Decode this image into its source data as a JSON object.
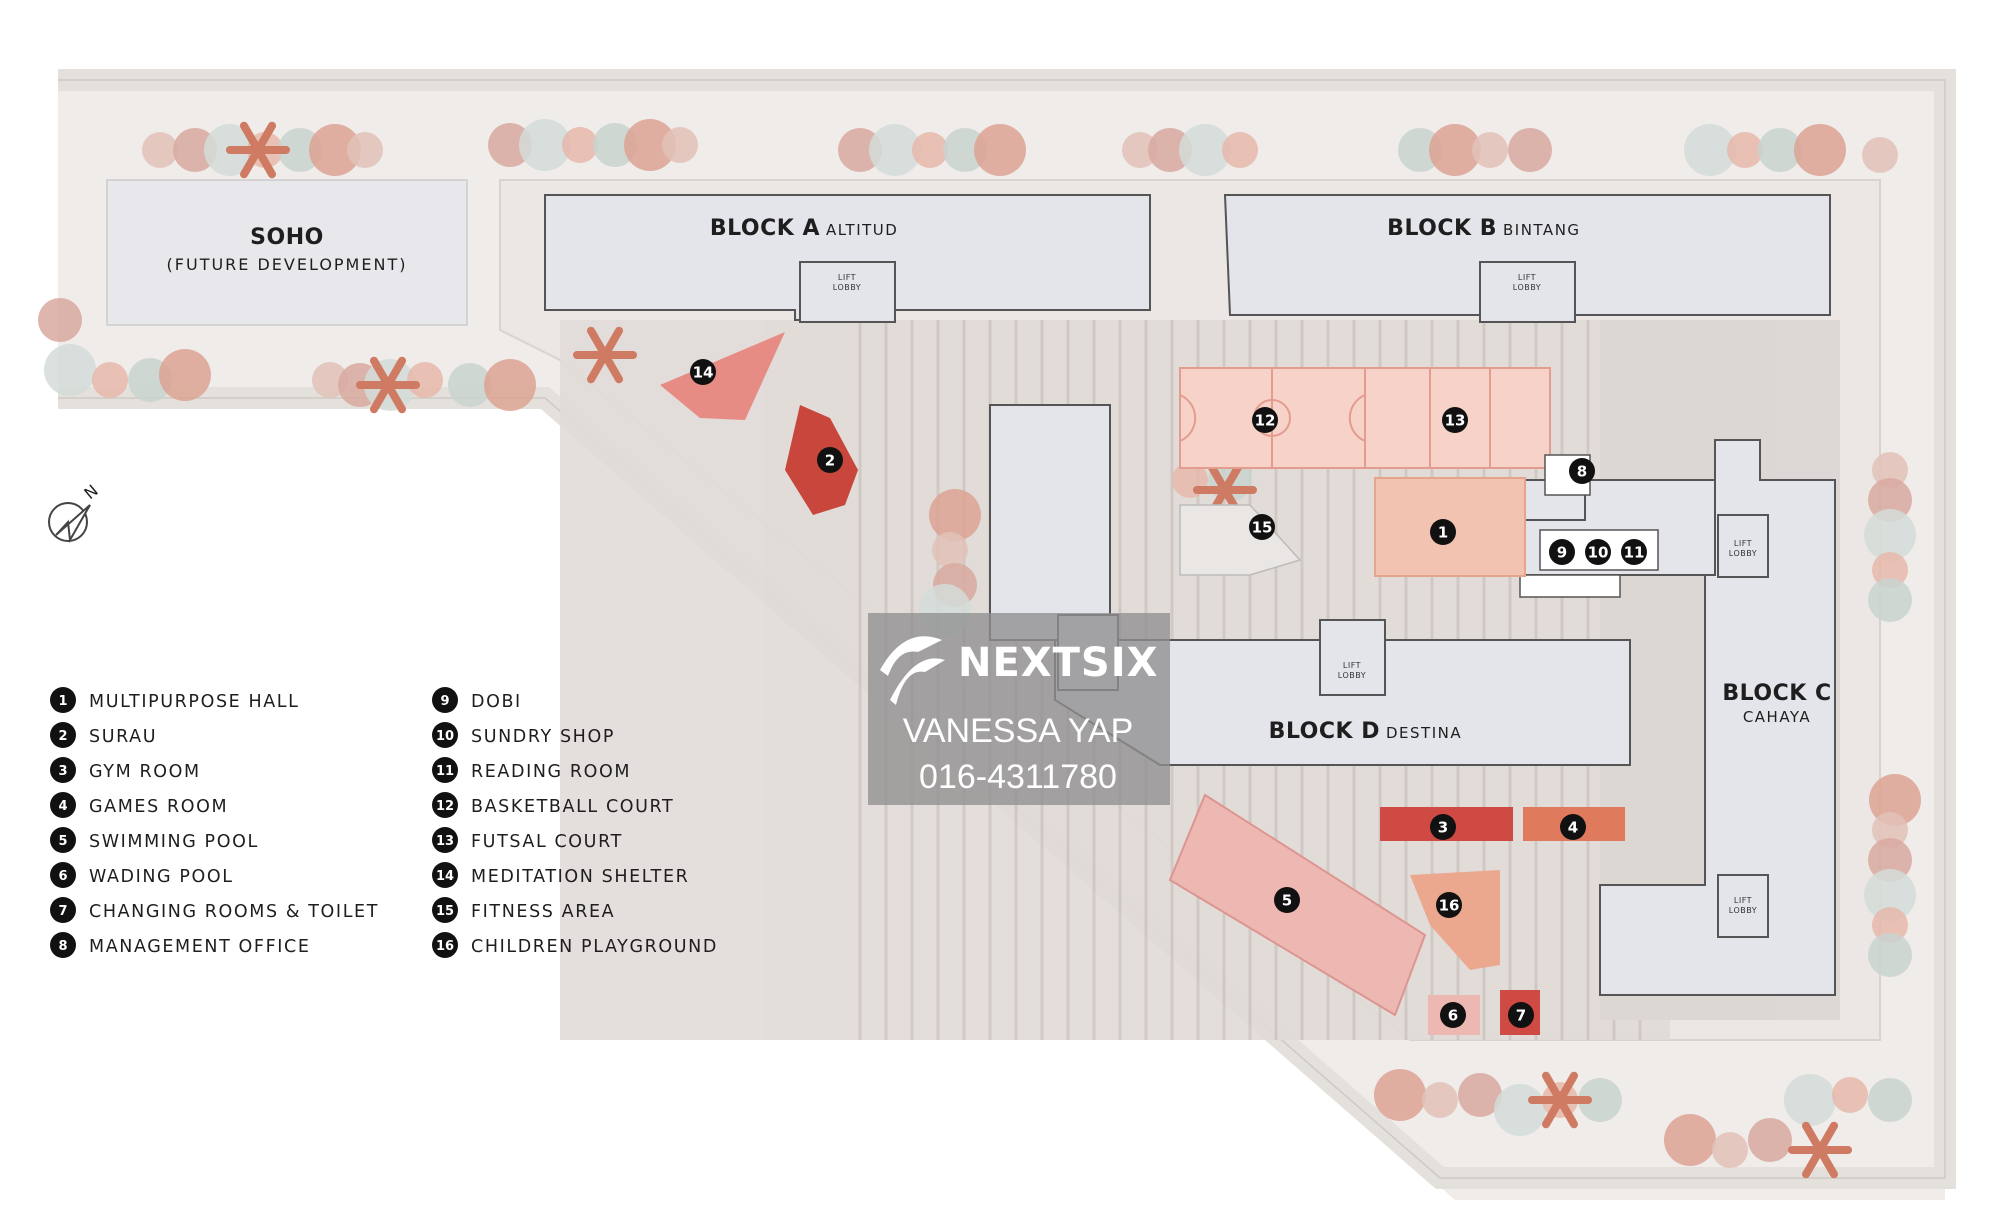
{
  "map": {
    "soho": {
      "title": "SOHO",
      "subtitle": "(FUTURE DEVELOPMENT)"
    },
    "blocks": [
      {
        "id": "a",
        "name": "BLOCK A",
        "subname": "ALTITUD"
      },
      {
        "id": "b",
        "name": "BLOCK B",
        "subname": "BINTANG"
      },
      {
        "id": "c",
        "name": "BLOCK C",
        "subname": "CAHAYA"
      },
      {
        "id": "d",
        "name": "BLOCK D",
        "subname": "DESTINA"
      }
    ],
    "lift_lobby_lines": [
      "LIFT",
      "LOBBY"
    ],
    "compass_letter": "N",
    "facility_markers": [
      "1",
      "2",
      "3",
      "4",
      "5",
      "6",
      "7",
      "8",
      "9",
      "10",
      "11",
      "12",
      "13",
      "14",
      "15",
      "16"
    ]
  },
  "legend": {
    "items": [
      {
        "num": "1",
        "label": "MULTIPURPOSE HALL"
      },
      {
        "num": "2",
        "label": "SURAU"
      },
      {
        "num": "3",
        "label": "GYM ROOM"
      },
      {
        "num": "4",
        "label": "GAMES ROOM"
      },
      {
        "num": "5",
        "label": "SWIMMING POOL"
      },
      {
        "num": "6",
        "label": "WADING POOL"
      },
      {
        "num": "7",
        "label": "CHANGING ROOMS & TOILET"
      },
      {
        "num": "8",
        "label": "MANAGEMENT OFFICE"
      },
      {
        "num": "9",
        "label": "DOBI"
      },
      {
        "num": "10",
        "label": "SUNDRY SHOP"
      },
      {
        "num": "11",
        "label": "READING ROOM"
      },
      {
        "num": "12",
        "label": "BASKETBALL COURT"
      },
      {
        "num": "13",
        "label": "FUTSAL COURT"
      },
      {
        "num": "14",
        "label": "MEDITATION SHELTER"
      },
      {
        "num": "15",
        "label": "FITNESS AREA"
      },
      {
        "num": "16",
        "label": "CHILDREN PLAYGROUND"
      }
    ]
  },
  "watermark": {
    "brand": "NEXTSIX",
    "agent_name": "VANESSA YAP",
    "phone": "016-4311780"
  },
  "colors": {
    "ground": "#efecea",
    "road": "#e6e2df",
    "building": "#e4e5ea",
    "building_stroke": "#5a5a5a",
    "paving": "#d6d0cd",
    "court": "#f6d2c9",
    "hall": "#f2c3b0",
    "surau": "#c8463c",
    "gym": "#cf4a42",
    "games": "#e07a5c",
    "pool": "#edb7b2",
    "playground": "#eba88e",
    "shelter": "#e68c84",
    "marker": "#111111",
    "watermark_bg": "#8f8f8f"
  }
}
